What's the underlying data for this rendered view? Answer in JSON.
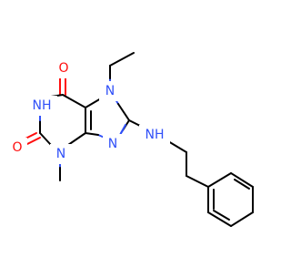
{
  "molecule": {
    "atoms": {
      "o_top": "O",
      "o_left": "O",
      "nh_ring": "NH",
      "n_ethyl": "N",
      "n_methyl": "N",
      "n_imidazole": "N",
      "nh_amine": "NH"
    }
  },
  "colors": {
    "bond": "#000000",
    "oxygen": "#ff0d0d",
    "nitrogen": "#3050f8",
    "background": "#ffffff"
  }
}
